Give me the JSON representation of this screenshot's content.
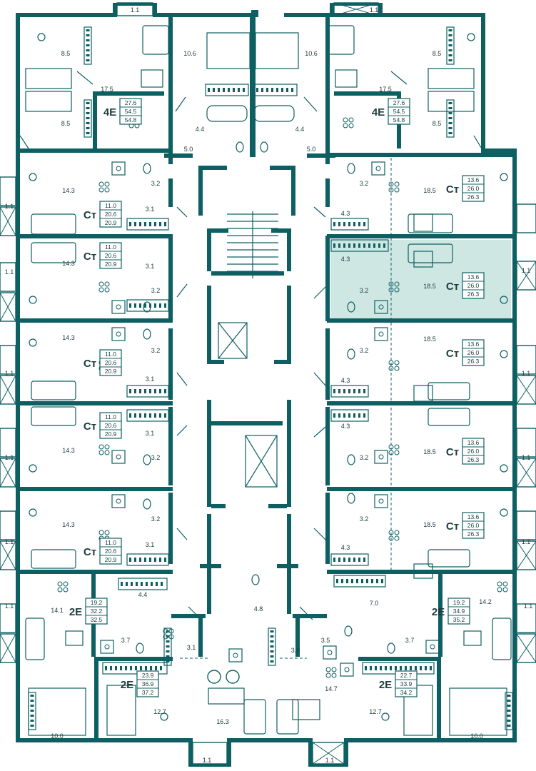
{
  "colors": {
    "wall": "#0d5f62",
    "fixture": "#0d5f62",
    "text": "#1d3b3d",
    "highlight": "#cfe7e3"
  },
  "balcony_labels": [
    "1.1",
    "1.1",
    "1.1",
    "1.1",
    "1.1",
    "1.1",
    "1.1",
    "1.1",
    "1.1",
    "1.1",
    "1.1",
    "1.1",
    "1.1",
    "1.1",
    "1.1",
    "1.1",
    "1.1",
    "1.1",
    "1.1",
    "1.1"
  ],
  "rooms": [
    "8.5",
    "17.5",
    "10.6",
    "10.6",
    "17.5",
    "8.5",
    "8.5",
    "8.5",
    "5.0",
    "4.4",
    "4.4",
    "5.0",
    "14.3",
    "3.2",
    "3.1",
    "3.2",
    "18.5",
    "4.3",
    "4.3",
    "14.3",
    "3.1",
    "3.2",
    "3.2",
    "18.5",
    "14.3",
    "3.2",
    "3.1",
    "3.2",
    "18.5",
    "4.3",
    "4.3",
    "14.3",
    "3.1",
    "3.2",
    "3.2",
    "18.5",
    "14.3",
    "3.2",
    "3.1",
    "3.2",
    "18.5",
    "4.3",
    "4.4",
    "7.0",
    "14.1",
    "3.7",
    "4.8",
    "3.1",
    "3.7",
    "14.2",
    "3.5",
    "3.0",
    "16.3",
    "14.7",
    "12.7",
    "12.7",
    "10.0",
    "10.0"
  ],
  "apartments": [
    {
      "type": "4E",
      "areas": [
        "27.6",
        "54.5",
        "54.8"
      ]
    },
    {
      "type": "4E",
      "areas": [
        "27.6",
        "54.5",
        "54.8"
      ]
    },
    {
      "type": "Ст",
      "areas": [
        "11.0",
        "20.6",
        "20.9"
      ]
    },
    {
      "type": "Ст",
      "areas": [
        "13.6",
        "26.0",
        "26.3"
      ]
    },
    {
      "type": "Ст",
      "areas": [
        "11.0",
        "20.6",
        "20.9"
      ]
    },
    {
      "type": "Ст",
      "areas": [
        "13.6",
        "26.0",
        "26.3"
      ]
    },
    {
      "type": "Ст",
      "areas": [
        "11.0",
        "20.6",
        "20.9"
      ]
    },
    {
      "type": "Ст",
      "areas": [
        "13.6",
        "26.0",
        "26.3"
      ]
    },
    {
      "type": "Ст",
      "areas": [
        "11.0",
        "20.6",
        "20.9"
      ]
    },
    {
      "type": "Ст",
      "areas": [
        "13.6",
        "26.0",
        "26.3"
      ]
    },
    {
      "type": "Ст",
      "areas": [
        "11.0",
        "20.6",
        "20.9"
      ]
    },
    {
      "type": "Ст",
      "areas": [
        "13.6",
        "26.0",
        "26.3"
      ]
    },
    {
      "type": "2E",
      "areas": [
        "19.2",
        "32.2",
        "32.5"
      ]
    },
    {
      "type": "2E",
      "areas": [
        "19.2",
        "34.9",
        "35.2"
      ]
    },
    {
      "type": "2E",
      "areas": [
        "23.9",
        "36.9",
        "37.2"
      ]
    },
    {
      "type": "2E",
      "areas": [
        "22.7",
        "33.9",
        "34.2"
      ]
    }
  ]
}
